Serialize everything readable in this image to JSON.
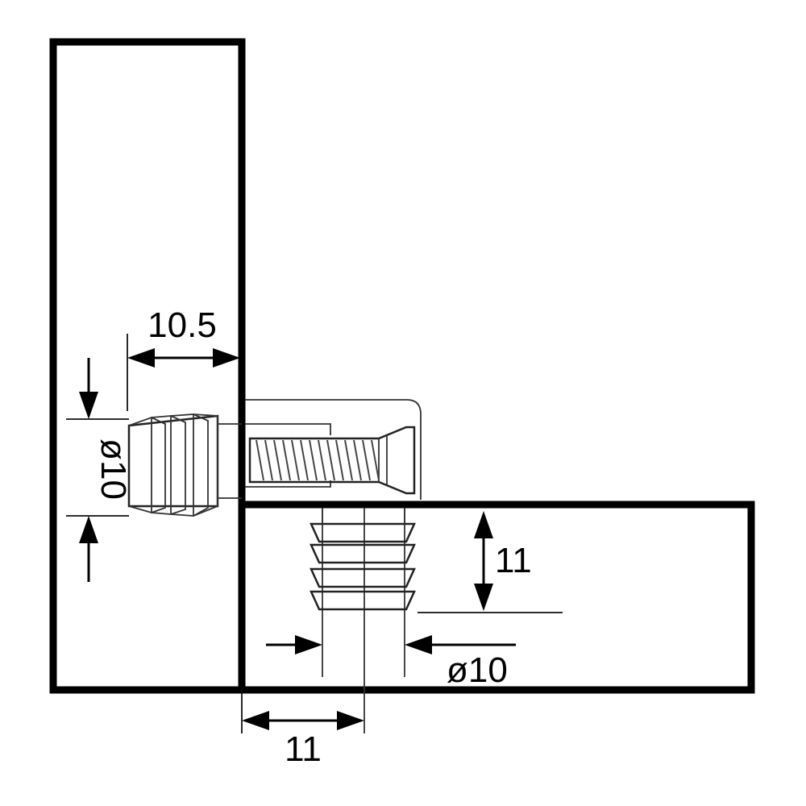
{
  "dimensions": {
    "vertical_board_insert_depth": "10.5",
    "vertical_board_insert_diameter": "ø10",
    "horizontal_board_insert_depth": "11",
    "horizontal_board_insert_diameter": "ø10",
    "insert_offset_from_edge": "11"
  }
}
